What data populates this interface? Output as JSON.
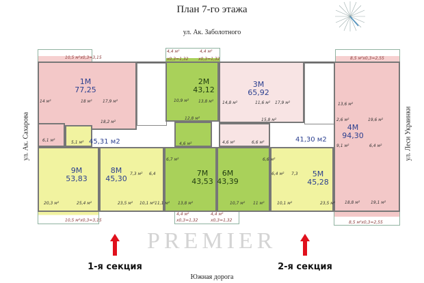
{
  "title": "План 7-го этажа",
  "streets": {
    "top": "ул. Ак. Заболотного",
    "left": "ул. Ак. Сахарова",
    "right": "ул. Леси Украинки",
    "bottom": "Южная дорога"
  },
  "sections": [
    "1-я секция",
    "2-я секция"
  ],
  "colors": {
    "pink": "#f3c8c8",
    "green": "#a9d15a",
    "yellow": "#f1f3a0",
    "arrow": "#e0101c",
    "area_text": "#2b3f8f"
  },
  "watermark": "PREMIER",
  "corridors": [
    "45,31 м2",
    "41,30 м2"
  ],
  "apartments": [
    {
      "name": "1М",
      "area": "77,25",
      "color": "pink"
    },
    {
      "name": "2М",
      "area": "43,12",
      "color": "green"
    },
    {
      "name": "3М",
      "area": "65,92",
      "color": "pink"
    },
    {
      "name": "4М",
      "area": "94,30",
      "color": "pink"
    },
    {
      "name": "5М",
      "area": "45,28",
      "color": "yellow"
    },
    {
      "name": "6М",
      "area": "43,39",
      "color": "green"
    },
    {
      "name": "7М",
      "area": "43,53",
      "color": "green"
    },
    {
      "name": "8М",
      "area": "45,30",
      "color": "yellow"
    },
    {
      "name": "9М",
      "area": "53,83",
      "color": "yellow"
    }
  ],
  "room_areas": [
    "14 м²",
    "18 м²",
    "17,9 м²",
    "18,2 м²",
    "6,1 м²",
    "5,1 м²",
    "10,9 м²",
    "13,8 м²",
    "12,8 м²",
    "4,6 м²",
    "14,8 м²",
    "11,6 м²",
    "17,9 м²",
    "15,8 м²",
    "4,6 м²",
    "6,6 м²",
    "13,6 м²",
    "2,6 м²",
    "19,6 м²",
    "9,1 м²",
    "6,4 м²",
    "18,8 м²",
    "19,1 м²",
    "20,3 м²",
    "25,4 м²",
    "7,3 м²",
    "6,4",
    "23,5 м²",
    "10,1 м²",
    "6,7 м²",
    "11,1 м²",
    "13,8 м²",
    "6,6 м²",
    "10,7 м²",
    "11 м²",
    "6,4 м²",
    "7,3",
    "10,1 м²",
    "23,5 м²"
  ],
  "balcony_labels": [
    "10,5 м²х0,3=3,15",
    "4,4 м²",
    "4,4 м²",
    "х0,3=1,32",
    "х0,3=1,32",
    "8,5 м²х0,3=2,55",
    "10,5 м²х0,3=3,15",
    "4,4 м²",
    "4,4 м²",
    "х0,3=1,32",
    "х0,3=1,32",
    "8,5 м²х0,3=2,55"
  ]
}
